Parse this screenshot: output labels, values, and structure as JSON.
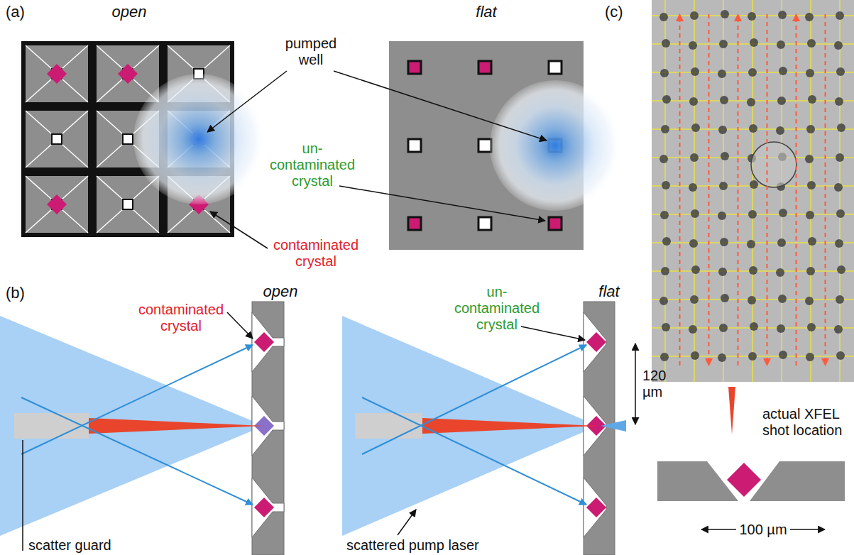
{
  "diagram": {
    "labels": [
      "(a)",
      "open",
      "flat",
      "pumped well",
      "un- contaminated crystal",
      "contaminated crystal",
      "(c)",
      "(b)",
      "open",
      "flat",
      "contaminated crystal",
      "un- contaminated crystal",
      "120 µm",
      "actual XFEL shot location",
      "100 µm",
      "scatter guard",
      "scattered pump laser"
    ]
  }
}
